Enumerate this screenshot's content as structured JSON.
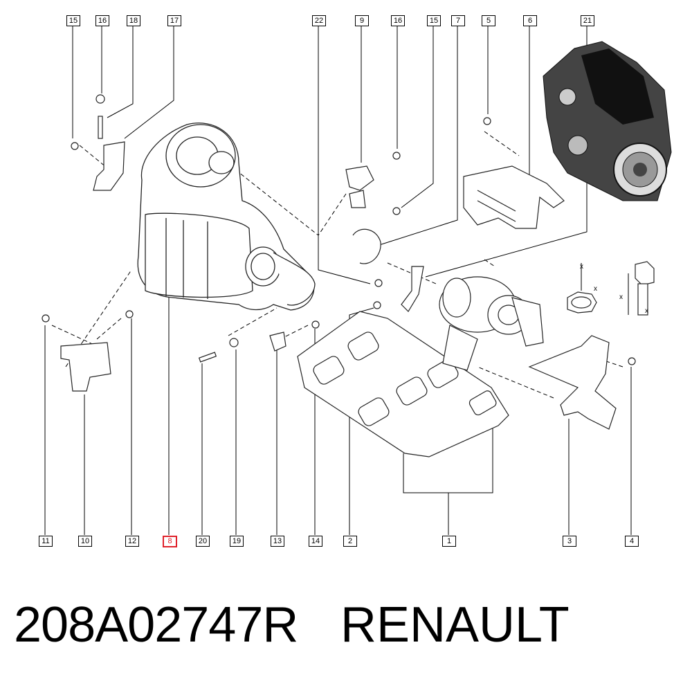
{
  "callouts": {
    "top": [
      "15",
      "16",
      "18",
      "17",
      "22",
      "9",
      "16",
      "15",
      "7",
      "5",
      "6",
      "21"
    ],
    "bottom": [
      "11",
      "10",
      "12",
      "8",
      "20",
      "19",
      "13",
      "14",
      "2",
      "1",
      "3",
      "4"
    ]
  },
  "highlighted_callout": "8",
  "highlight_color": "#e0202a",
  "dimension_marks": [
    "x",
    "x",
    "x",
    "x"
  ],
  "caption": {
    "part_number": "208A02747R",
    "brand": "RENAULT"
  }
}
